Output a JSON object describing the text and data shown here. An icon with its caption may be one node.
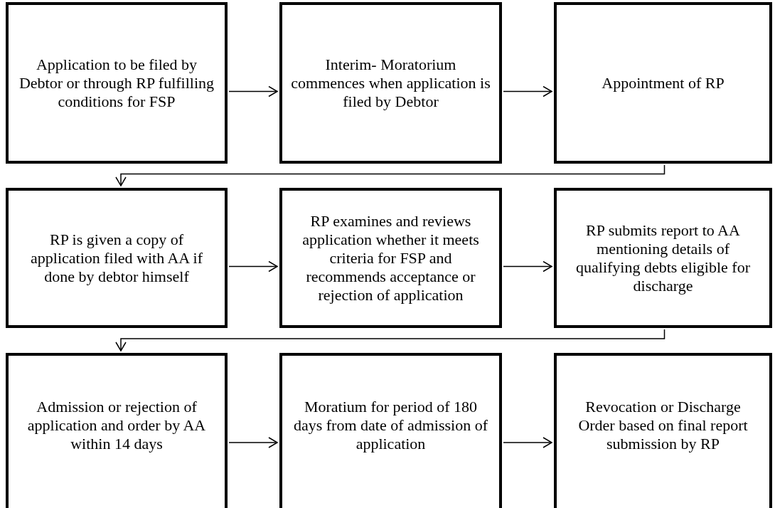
{
  "diagram": {
    "nodes": [
      {
        "text": [
          "Application to be filed by Debtor or through RP fulfilling conditions for FSP"
        ]
      },
      {
        "text": [
          "Interim- Moratorium commences when application is filed by Debtor"
        ]
      },
      {
        "text": [
          "Appointment of RP"
        ]
      },
      {
        "text": [
          "RP is given a copy of application filed with AA if done by debtor himself"
        ]
      },
      {
        "text": [
          "RP examines and reviews application whether it meets criteria for FSP and recommends acceptance or rejection of application"
        ]
      },
      {
        "text": [
          "RP submits report to AA mentioning details of qualifying debts eligible for discharge"
        ]
      },
      {
        "text": [
          "Admission or rejection of application and order by AA within 14 days"
        ]
      },
      {
        "text": [
          "Moratium for period of 180 days from date of admission of application"
        ]
      },
      {
        "text": [
          "Revocation or Discharge Order based on final report submission by RP"
        ]
      }
    ],
    "edges": [
      {
        "from": 0,
        "to": 1,
        "arrow": "to"
      },
      {
        "from": 1,
        "to": 2,
        "arrow": "to"
      },
      {
        "from": 2,
        "to": 3,
        "arrow": "to"
      },
      {
        "from": 3,
        "to": 4,
        "arrow": "to"
      },
      {
        "from": 4,
        "to": 5,
        "arrow": "to"
      },
      {
        "from": 5,
        "to": 6,
        "arrow": "to"
      },
      {
        "from": 6,
        "to": 7,
        "arrow": "to"
      },
      {
        "from": 7,
        "to": 8,
        "arrow": "to"
      }
    ]
  }
}
